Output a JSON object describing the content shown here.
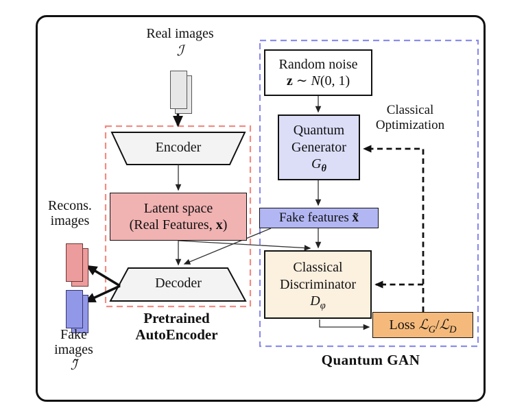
{
  "colors": {
    "outer_border": "#111111",
    "autoencoder_dash": "#f28b82",
    "gan_dash": "#8a8cee",
    "encoder_fill": "#f3f3f3",
    "latent_fill": "#f1b2b2",
    "generator_fill": "#dcdef8",
    "fake_features_fill": "#b2b6f2",
    "discriminator_fill": "#fcf0df",
    "loss_fill": "#f5ba7b",
    "recons_stack_fill": "#ec9c9c",
    "fake_stack_fill": "#9298e8",
    "real_stack_fill": "#e7e7e7"
  },
  "autoencoder": {
    "real_images": {
      "line1": "Real images",
      "symbol": "ℐ"
    },
    "encoder_label": "Encoder",
    "latent": {
      "line1": "Latent space",
      "line2_pre": "(Real Features, ",
      "line2_x": "x",
      "line2_post": ")"
    },
    "decoder_label": "Decoder",
    "caption_line1": "Pretrained",
    "caption_line2": "AutoEncoder",
    "recons_line1": "Recons.",
    "recons_line2": "images",
    "fake_line1": "Fake",
    "fake_line2": "images",
    "fake_symbol": "ℐ̃"
  },
  "gan": {
    "noise": {
      "line1": "Random noise",
      "z": "z",
      "sim": " ∼ ",
      "dist": "N",
      "args": "(0, 1)"
    },
    "generator": {
      "line1": "Quantum",
      "line2": "Generator",
      "sym": "G",
      "sym_sub": "θ"
    },
    "fake_features": {
      "pre": "Fake features ",
      "x": "x̃"
    },
    "discriminator": {
      "line1": "Classical",
      "line2": "Discriminator",
      "sym": "D",
      "sym_sub": "φ"
    },
    "loss": {
      "label": "Loss ",
      "l1": "ℒ",
      "sub1": "G",
      "slash": "/",
      "l2": "ℒ",
      "sub2": "D"
    },
    "optimization_line1": "Classical",
    "optimization_line2": "Optimization",
    "caption": "Quantum GAN"
  }
}
